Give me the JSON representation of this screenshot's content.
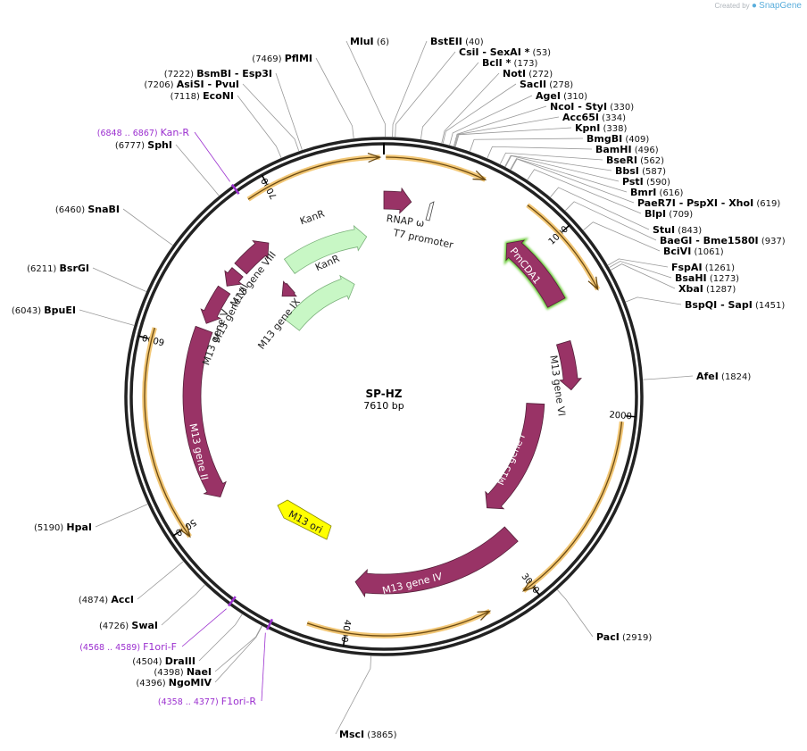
{
  "branding": {
    "created_by": "Created by",
    "app": "SnapGene"
  },
  "plasmid": {
    "name": "SP-HZ",
    "size": "7610 bp",
    "length": 7610
  },
  "ticks": [
    "1000",
    "2000",
    "3000",
    "4000",
    "5000",
    "6000",
    "7000"
  ],
  "sites": [
    {
      "name": "MluI",
      "pos": "(6)"
    },
    {
      "name": "BstEII",
      "pos": "(40)"
    },
    {
      "name": "CsiI",
      "name2": "SexAI *",
      "pos": "(53)"
    },
    {
      "name": "BclI *",
      "pos": "(173)"
    },
    {
      "name": "NotI",
      "pos": "(272)"
    },
    {
      "name": "SacII",
      "pos": "(278)"
    },
    {
      "name": "AgeI",
      "pos": "(310)"
    },
    {
      "name": "NcoI",
      "name2": "StyI",
      "pos": "(330)"
    },
    {
      "name": "Acc65I",
      "pos": "(334)"
    },
    {
      "name": "KpnI",
      "pos": "(338)"
    },
    {
      "name": "BmgBI",
      "pos": "(409)"
    },
    {
      "name": "BamHI",
      "pos": "(496)"
    },
    {
      "name": "BseRI",
      "pos": "(562)"
    },
    {
      "name": "BbsI",
      "pos": "(587)"
    },
    {
      "name": "PstI",
      "pos": "(590)"
    },
    {
      "name": "BmrI",
      "pos": "(616)"
    },
    {
      "name": "PaeR7I",
      "name2": "PspXI",
      "name3": "XhoI",
      "pos": "(619)"
    },
    {
      "name": "BlpI",
      "pos": "(709)"
    },
    {
      "name": "StuI",
      "pos": "(843)"
    },
    {
      "name": "BaeGI",
      "name2": "Bme1580I",
      "pos": "(937)"
    },
    {
      "name": "BciVI",
      "pos": "(1061)"
    },
    {
      "name": "FspAI",
      "pos": "(1261)"
    },
    {
      "name": "BsaHI",
      "pos": "(1273)"
    },
    {
      "name": "XbaI",
      "pos": "(1287)"
    },
    {
      "name": "BspQI",
      "name2": "SapI",
      "pos": "(1451)"
    },
    {
      "name": "AfeI",
      "pos": "(1824)"
    },
    {
      "name": "PacI",
      "pos": "(2919)"
    },
    {
      "name": "MscI",
      "pos": "(3865)"
    },
    {
      "name": "NgoMIV",
      "pos": "(4396)"
    },
    {
      "name": "NaeI",
      "pos": "(4398)"
    },
    {
      "name": "DraIII",
      "pos": "(4504)"
    },
    {
      "name": "SwaI",
      "pos": "(4726)"
    },
    {
      "name": "AccI",
      "pos": "(4874)"
    },
    {
      "name": "HpaI",
      "pos": "(5190)"
    },
    {
      "name": "BpuEI",
      "pos": "(6043)"
    },
    {
      "name": "BsrGI",
      "pos": "(6211)"
    },
    {
      "name": "SnaBI",
      "pos": "(6460)"
    },
    {
      "name": "SphI",
      "pos": "(6777)"
    },
    {
      "name": "EcoNI",
      "pos": "(7118)"
    },
    {
      "name": "AsiSI",
      "name2": "PvuI",
      "pos": "(7206)"
    },
    {
      "name": "BsmBI",
      "name2": "Esp3I",
      "pos": "(7222)"
    },
    {
      "name": "PflMI",
      "pos": "(7469)"
    }
  ],
  "primers": [
    {
      "name": "Kan-R",
      "pos": "(6848 .. 6867)"
    },
    {
      "name": "F1ori-F",
      "pos": "(4568 .. 4589)"
    },
    {
      "name": "F1ori-R",
      "pos": "(4358 .. 4377)"
    }
  ],
  "features": [
    {
      "label": "KanR",
      "color": "#c8f7c5"
    },
    {
      "label": "KanR",
      "color": "#c8f7c5"
    },
    {
      "label": "RNAP ω",
      "color": "#993366"
    },
    {
      "label": "T7 promoter",
      "color": "#ffffff"
    },
    {
      "label": "PmCDA1",
      "color": "#993366"
    },
    {
      "label": "M13 gene VI",
      "color": "#993366"
    },
    {
      "label": "M13 gene I",
      "color": "#993366"
    },
    {
      "label": "M13 gene IV",
      "color": "#993366"
    },
    {
      "label": "M13 ori",
      "color": "#ffff00"
    },
    {
      "label": "M13 gene II",
      "color": "#993366"
    },
    {
      "label": "M13 gene V",
      "color": "#993366"
    },
    {
      "label": "M13 gene VII",
      "color": "#993366"
    },
    {
      "label": "M13 gene VIII",
      "color": "#993366"
    },
    {
      "label": "M13 gene IX",
      "color": "#993366"
    }
  ],
  "colors": {
    "gene": "#993366",
    "kanr": "#c8f7c5",
    "ori": "#ffff00",
    "orf": "#f2c776",
    "pmcda_glow": "#66cc33",
    "primer": "#9b2fcf"
  }
}
